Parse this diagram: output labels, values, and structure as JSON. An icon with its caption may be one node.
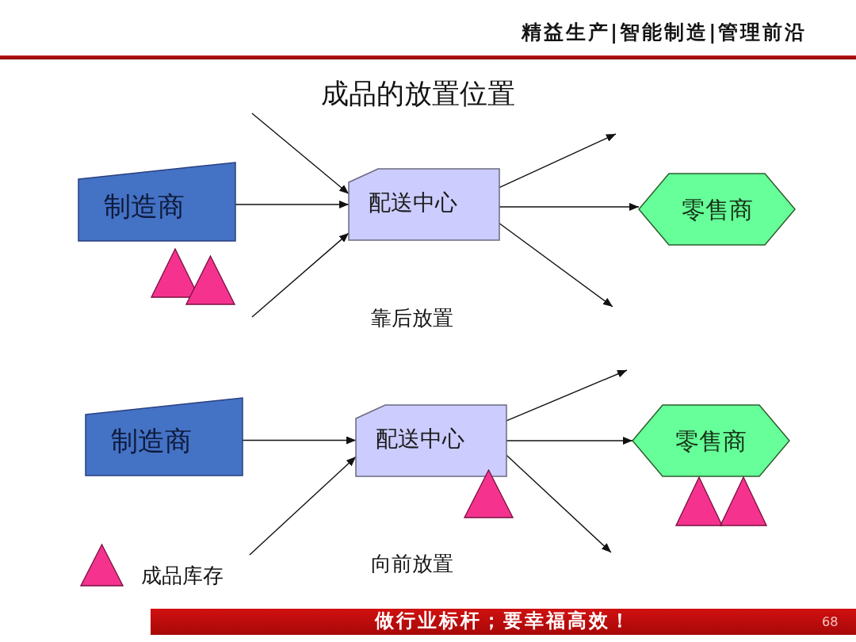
{
  "diagram": {
    "title": "成品的放置位置",
    "nodes": [
      {
        "text": [
          "制造商"
        ]
      },
      {
        "text": [
          "配送中心"
        ]
      },
      {
        "text": [
          "零售商"
        ]
      },
      {
        "text": [
          "制造商"
        ]
      },
      {
        "text": [
          "配送中心"
        ]
      },
      {
        "text": [
          "零售商"
        ]
      }
    ],
    "edges": [
      {
        "from": null,
        "to": 1,
        "arrow": "to"
      },
      {
        "from": 0,
        "to": 1,
        "arrow": "to"
      },
      {
        "from": null,
        "to": 1,
        "arrow": "to"
      },
      {
        "from": 1,
        "to": null,
        "arrow": "to"
      },
      {
        "from": 1,
        "to": 2,
        "arrow": "to"
      },
      {
        "from": 1,
        "to": null,
        "arrow": "to"
      },
      {
        "from": 3,
        "to": 4,
        "arrow": "to"
      },
      {
        "from": null,
        "to": 4,
        "arrow": "to"
      },
      {
        "from": 4,
        "to": null,
        "arrow": "to"
      },
      {
        "from": 4,
        "to": 5,
        "arrow": "to"
      },
      {
        "from": 4,
        "to": null,
        "arrow": "to"
      }
    ],
    "labels": [
      "精益生产|智能制造|管理前沿",
      "靠后放置",
      "向前放置",
      "做行业标杆；要幸福高效！",
      "68"
    ],
    "legend": [
      {
        "text": "成品库存"
      }
    ]
  }
}
